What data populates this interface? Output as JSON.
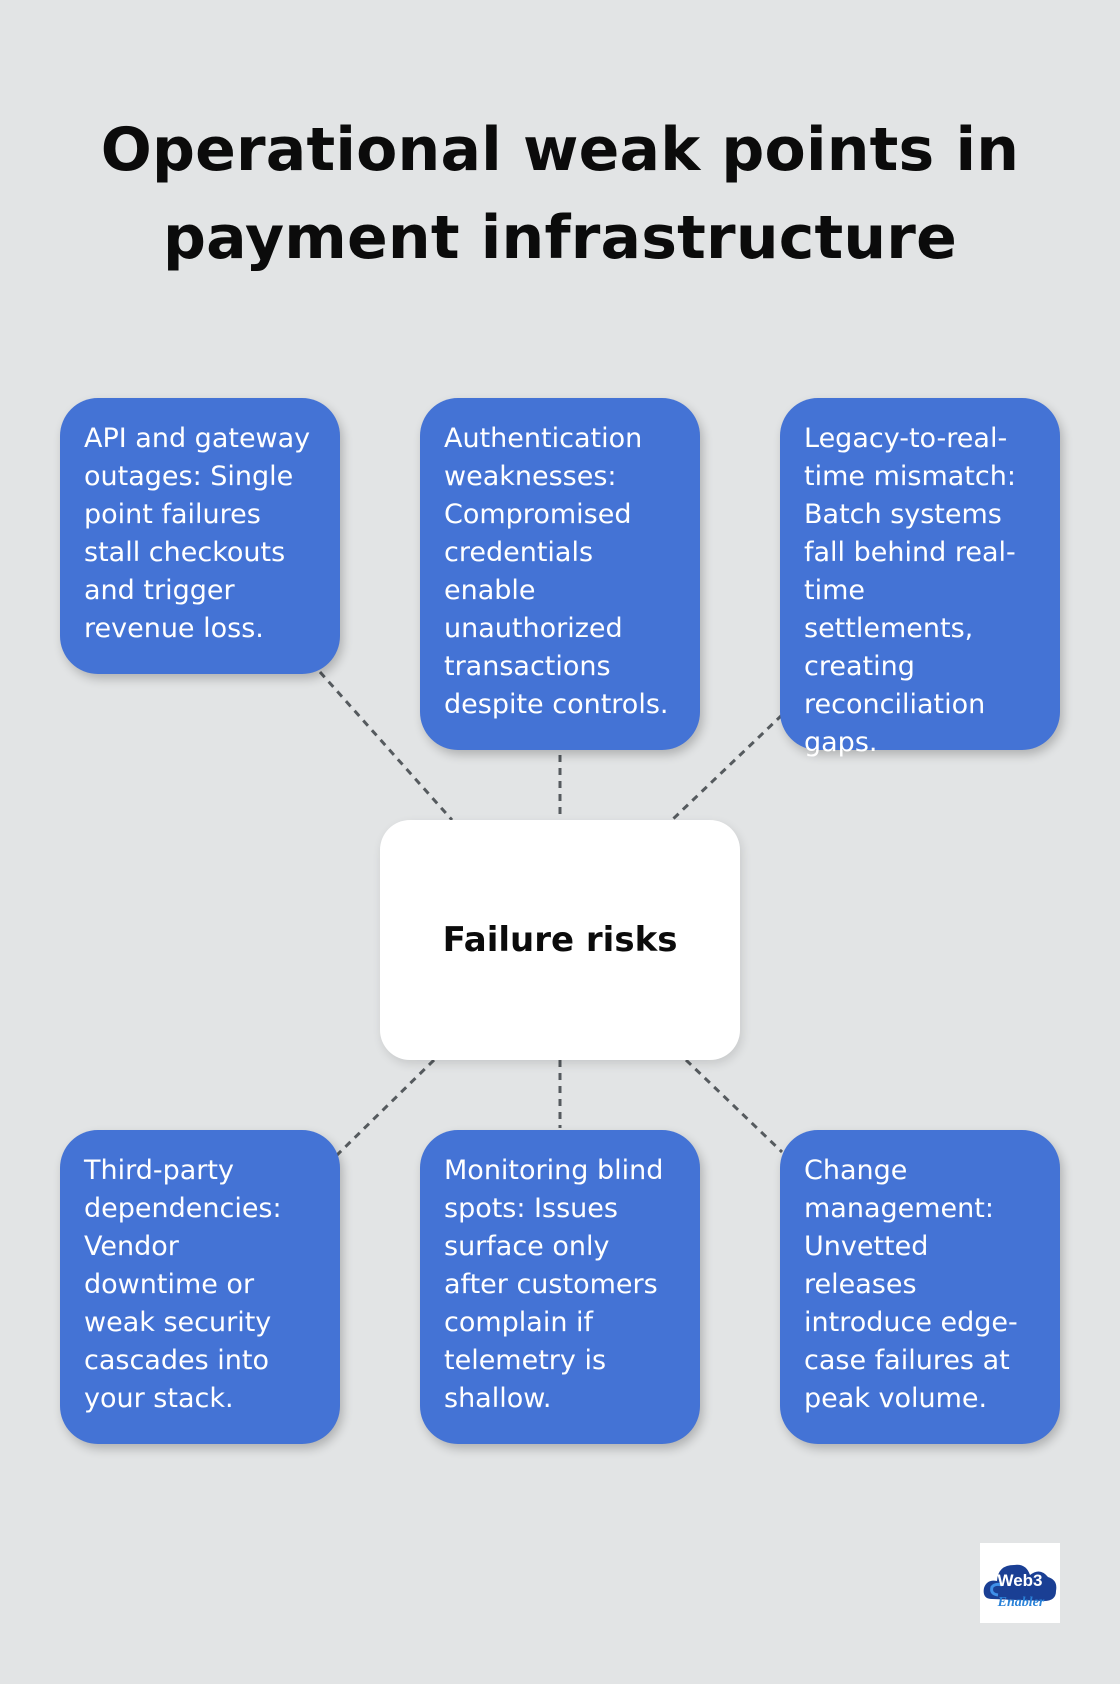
{
  "title": "Operational weak points in payment infrastructure",
  "center": {
    "label": "Failure risks"
  },
  "nodes": [
    {
      "text": "API and gateway outages: Single point failures stall checkouts and trigger revenue loss."
    },
    {
      "text": "Authentication weaknesses: Compromised credentials enable unauthorized transactions despite controls."
    },
    {
      "text": "Legacy-to-real-time mismatch: Batch systems fall behind real-time settlements, creating reconciliation gaps."
    },
    {
      "text": "Third-party dependencies: Vendor downtime or weak security cascades into your stack."
    },
    {
      "text": "Monitoring blind spots: Issues surface only after customers complain if telemetry is shallow."
    },
    {
      "text": "Change management: Unvetted releases introduce edge-case failures at peak volume."
    }
  ],
  "logo": {
    "text": "Web3",
    "subtext": "Enabler"
  },
  "colors": {
    "background": "#e2e4e5",
    "card": "#4473d5",
    "hub": "#ffffff",
    "connector": "#555a5e"
  }
}
